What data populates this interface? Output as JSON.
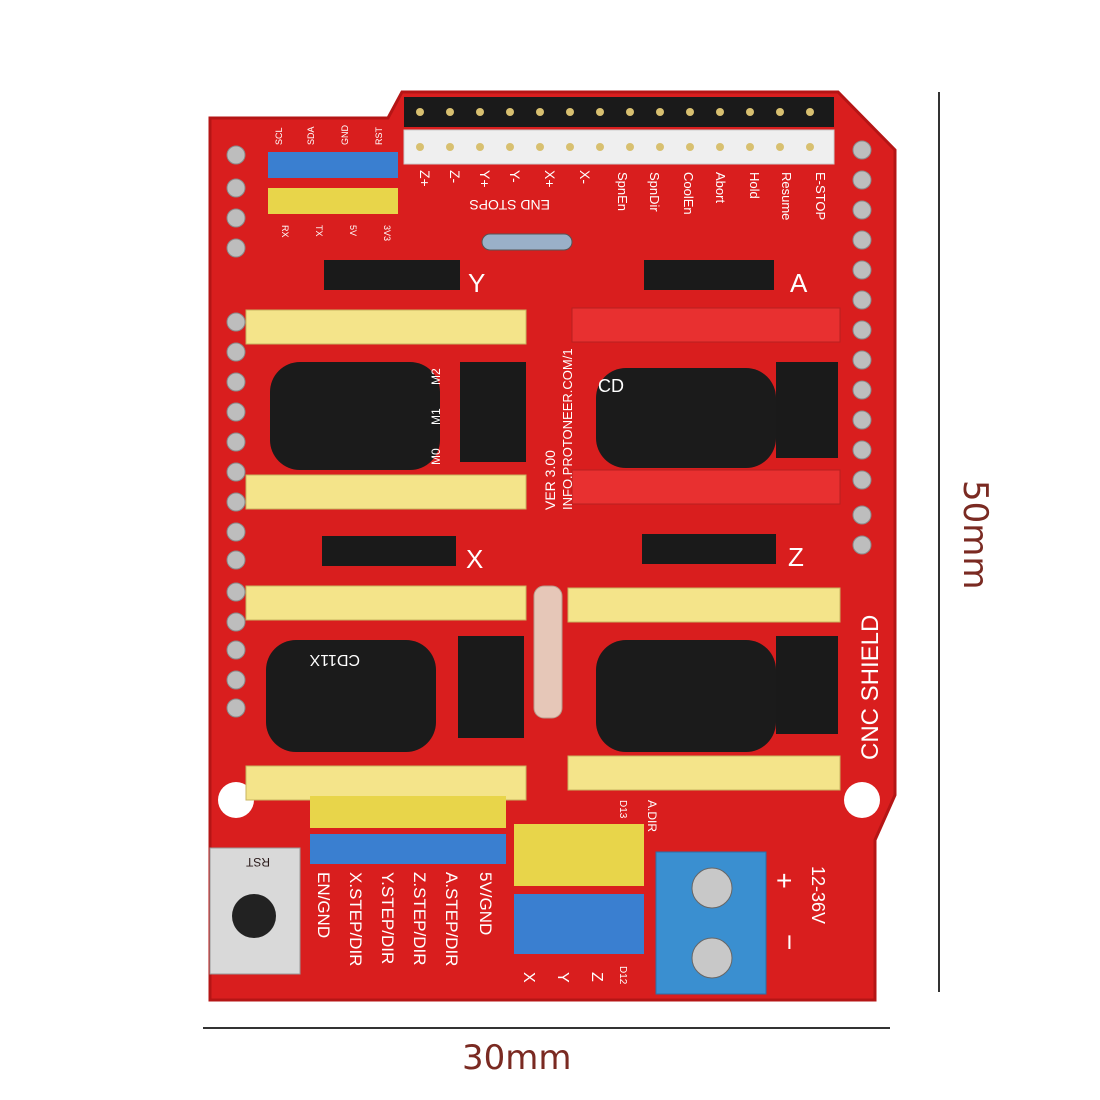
{
  "dimensions": {
    "width_label": "30mm",
    "height_label": "50mm"
  },
  "board": {
    "name": "CNC SHIELD",
    "version": "VER 3.00",
    "website": "INFO.PROTONEER.COM/1",
    "end_stops_label": "END STOPS",
    "top_pins": [
      "Z+",
      "Z-",
      "Y+",
      "Y-",
      "X+",
      "X-"
    ],
    "control_pins": [
      "SpnEn",
      "SpnDir",
      "CoolEn",
      "Abort",
      "Hold",
      "Resume",
      "E-STOP"
    ],
    "serial_pins": [
      "SCL",
      "SDA",
      "GND",
      "RST"
    ],
    "power_pins": [
      "RX",
      "TX",
      "5V",
      "3V3"
    ],
    "axis_labels": [
      "Y",
      "A",
      "X",
      "Z"
    ],
    "jumper_labels": [
      "M0",
      "M1",
      "M2"
    ],
    "capacitor_labels": [
      "CD",
      "CD11X"
    ],
    "bottom_pins": [
      "EN/GND",
      "X.STEP/DIR",
      "Y.STEP/DIR",
      "Z.STEP/DIR",
      "A.STEP/DIR",
      "5V/GND"
    ],
    "clone_pins": [
      "X",
      "Y",
      "Z",
      "D12"
    ],
    "clone_extra": [
      "D13",
      "A.DIR"
    ],
    "reset_label": "RST",
    "power_in": {
      "plus": "+",
      "minus": "−",
      "voltage": "12-36V"
    }
  },
  "colors": {
    "pcb": "#d91e1e",
    "yellow_socket": "#f4e48a",
    "red_socket": "#e83030",
    "header_black": "#1a1a1a",
    "terminal_blue": "#3a8fd0",
    "dimension_text": "#7a2a22"
  }
}
